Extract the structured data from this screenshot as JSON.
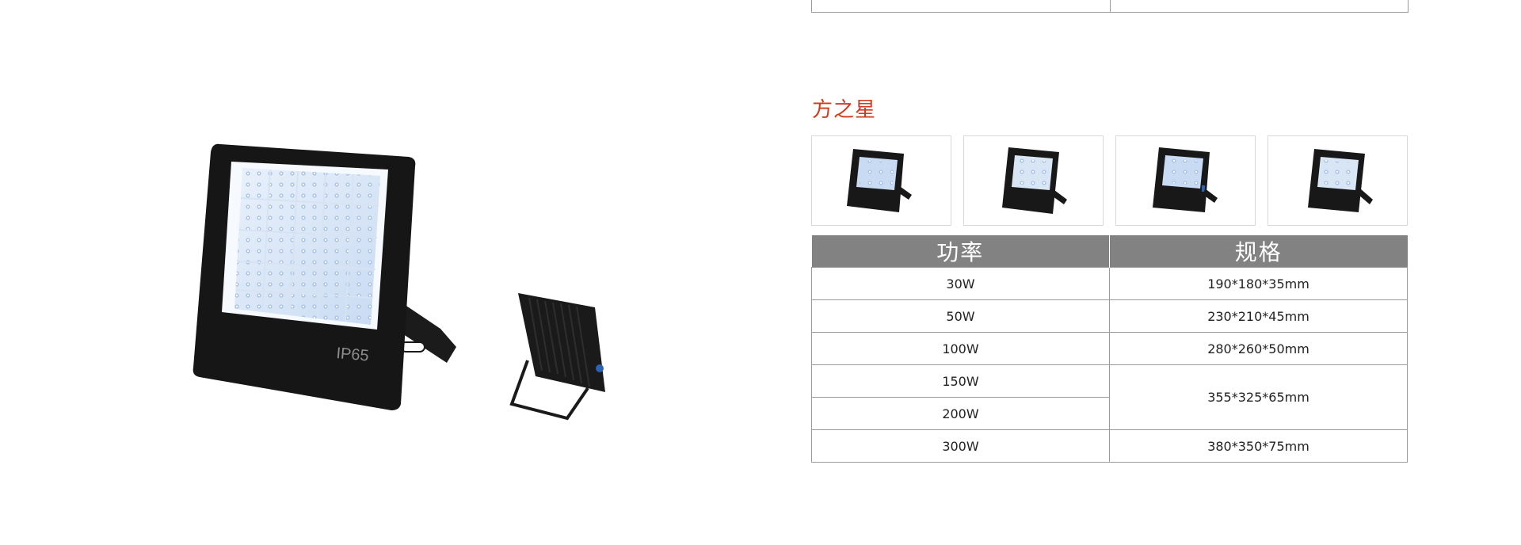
{
  "hero": {
    "badge": "IP65"
  },
  "series": {
    "title": "方之星"
  },
  "thumbnails": [
    {
      "icon": "floodlight-thumb-1"
    },
    {
      "icon": "floodlight-thumb-2"
    },
    {
      "icon": "floodlight-thumb-3"
    },
    {
      "icon": "floodlight-thumb-4"
    }
  ],
  "table": {
    "headers": [
      "功率",
      "规格"
    ],
    "rows": [
      {
        "power": "30W",
        "size": "190*180*35mm"
      },
      {
        "power": "50W",
        "size": "230*210*45mm"
      },
      {
        "power": "100W",
        "size": "280*260*50mm"
      },
      {
        "power": "150W",
        "size": "355*325*65mm"
      },
      {
        "power": "200W"
      },
      {
        "power": "300W",
        "size": "380*350*75mm"
      }
    ]
  }
}
